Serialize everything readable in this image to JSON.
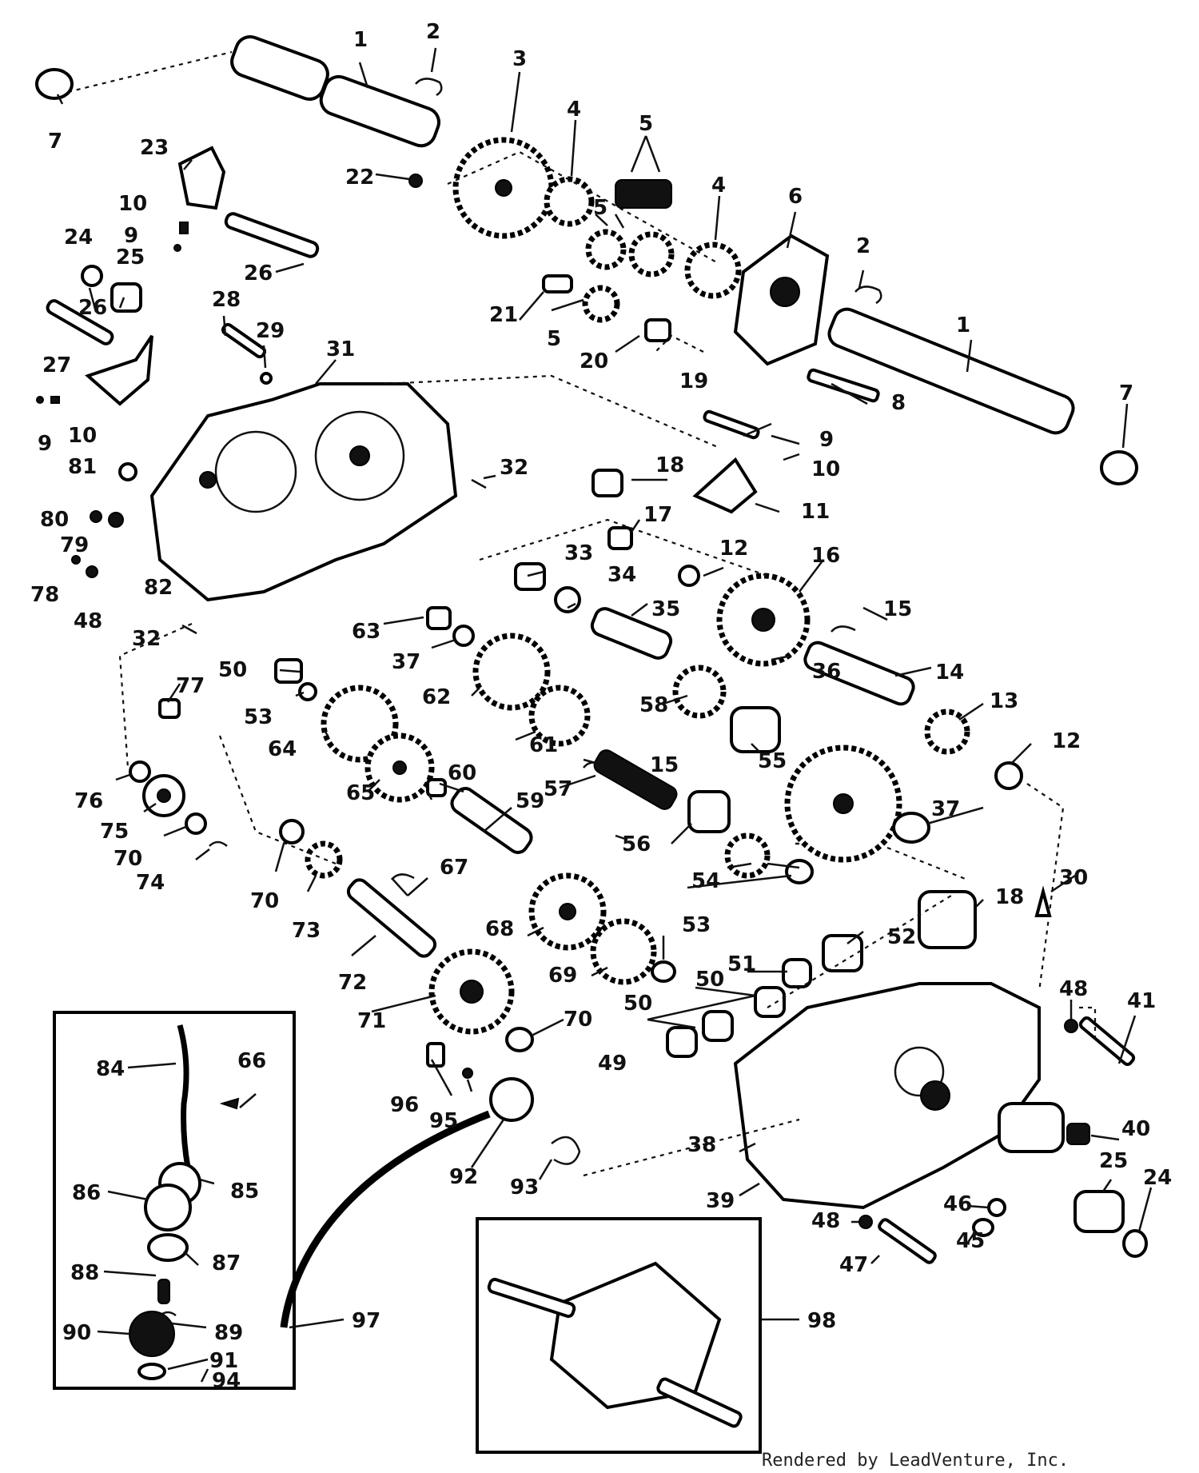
{
  "diagram": {
    "part_numbers": [
      "1",
      "2",
      "3",
      "4",
      "5",
      "6",
      "7",
      "8",
      "9",
      "10",
      "11",
      "12",
      "13",
      "14",
      "15",
      "16",
      "17",
      "18",
      "19",
      "20",
      "21",
      "22",
      "23",
      "24",
      "25",
      "26",
      "27",
      "28",
      "29",
      "30",
      "31",
      "32",
      "33",
      "34",
      "35",
      "36",
      "37",
      "38",
      "39",
      "40",
      "41",
      "45",
      "46",
      "47",
      "48",
      "49",
      "50",
      "51",
      "52",
      "53",
      "54",
      "55",
      "56",
      "57",
      "58",
      "59",
      "60",
      "61",
      "62",
      "63",
      "64",
      "65",
      "66",
      "67",
      "68",
      "69",
      "70",
      "71",
      "72",
      "73",
      "74",
      "75",
      "76",
      "77",
      "78",
      "79",
      "80",
      "81",
      "82",
      "84",
      "85",
      "86",
      "87",
      "88",
      "89",
      "90",
      "91",
      "92",
      "93",
      "94",
      "95",
      "96",
      "97",
      "98"
    ]
  },
  "footer": {
    "credit": "Rendered by LeadVenture, Inc."
  }
}
